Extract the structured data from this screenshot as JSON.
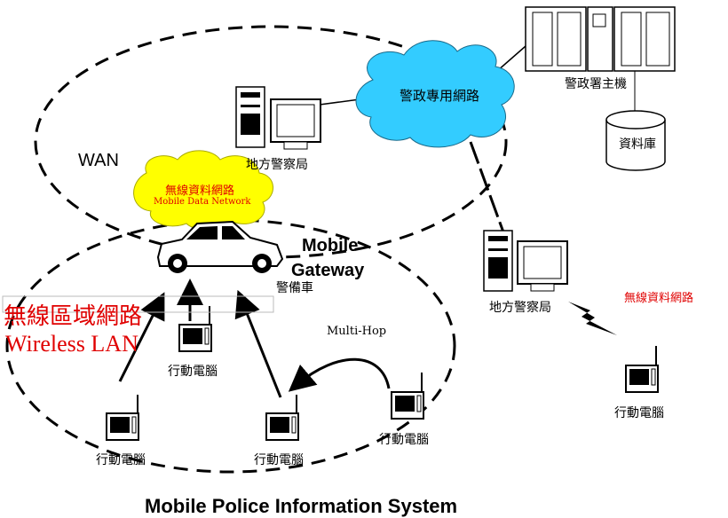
{
  "labels": {
    "wan": "WAN",
    "police_private_net": "警政專用網路",
    "police_host": "警政署主機",
    "database": "資料庫",
    "local_station_top": "地方警察局",
    "local_station_right": "地方警察局",
    "wireless_data_net": "無線資料網路",
    "mobile_data_network": "Mobile Data Network",
    "mobile_gateway_1": "Mobile",
    "mobile_gateway_2": "Gateway",
    "patrol_car": "警備車",
    "wireless_lan_cn": "無線區域網路",
    "wireless_lan_en": "Wireless LAN",
    "multi_hop": "Multi-Hop",
    "wireless_data_net_right": "無線資料網路",
    "mobile_pc_1": "行動電腦",
    "mobile_pc_2": "行動電腦",
    "mobile_pc_3": "行動電腦",
    "mobile_pc_4": "行動電腦",
    "mobile_pc_5": "行動電腦",
    "bottom_title": "Mobile Police Information System"
  },
  "colors": {
    "cloud_blue": "#33ccff",
    "cloud_yellow": "#ffff00",
    "red_text": "#e00000"
  }
}
